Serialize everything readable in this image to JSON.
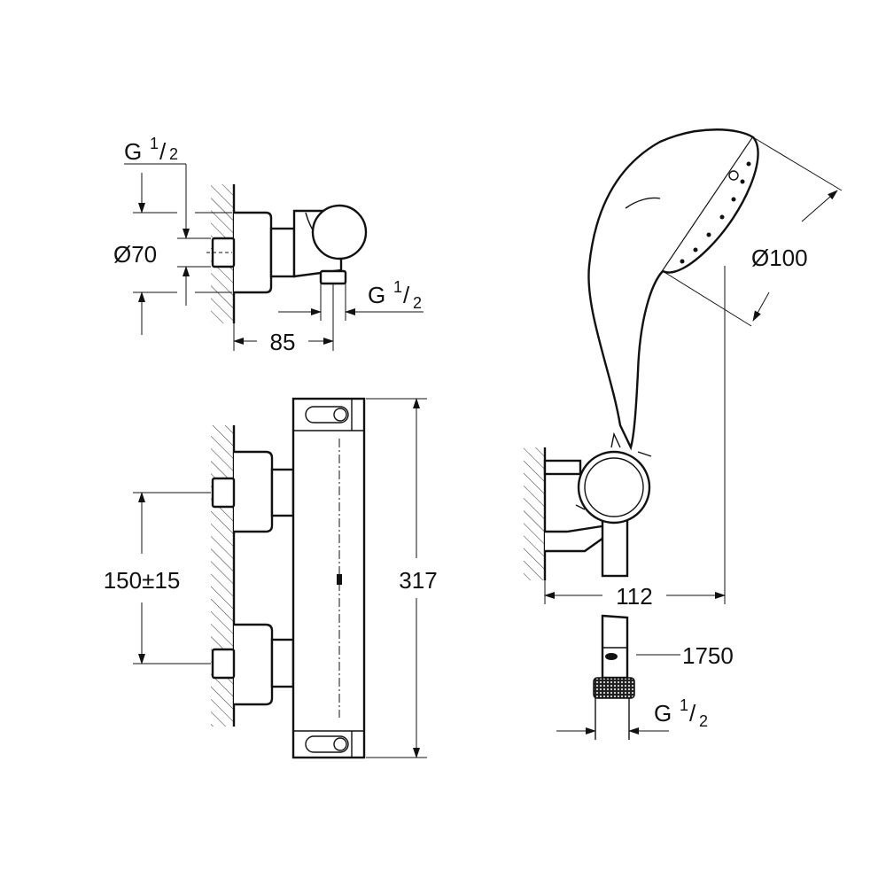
{
  "title": "Thermostatic shower mixer with hand shower - dimension drawing",
  "labels": {
    "thread_top_left": {
      "letter": "G",
      "num": "1",
      "den": "2"
    },
    "thread_outlet": {
      "letter": "G",
      "num": "1",
      "den": "2"
    },
    "thread_hose": {
      "letter": "G",
      "num": "1",
      "den": "2"
    },
    "diameter_eccentric": "Ø70",
    "depth_mixer": "85",
    "inlet_spacing": "150±15",
    "mixer_length": "317",
    "shower_diameter": "Ø100",
    "holder_projection": "112",
    "hose_length": "1750"
  }
}
